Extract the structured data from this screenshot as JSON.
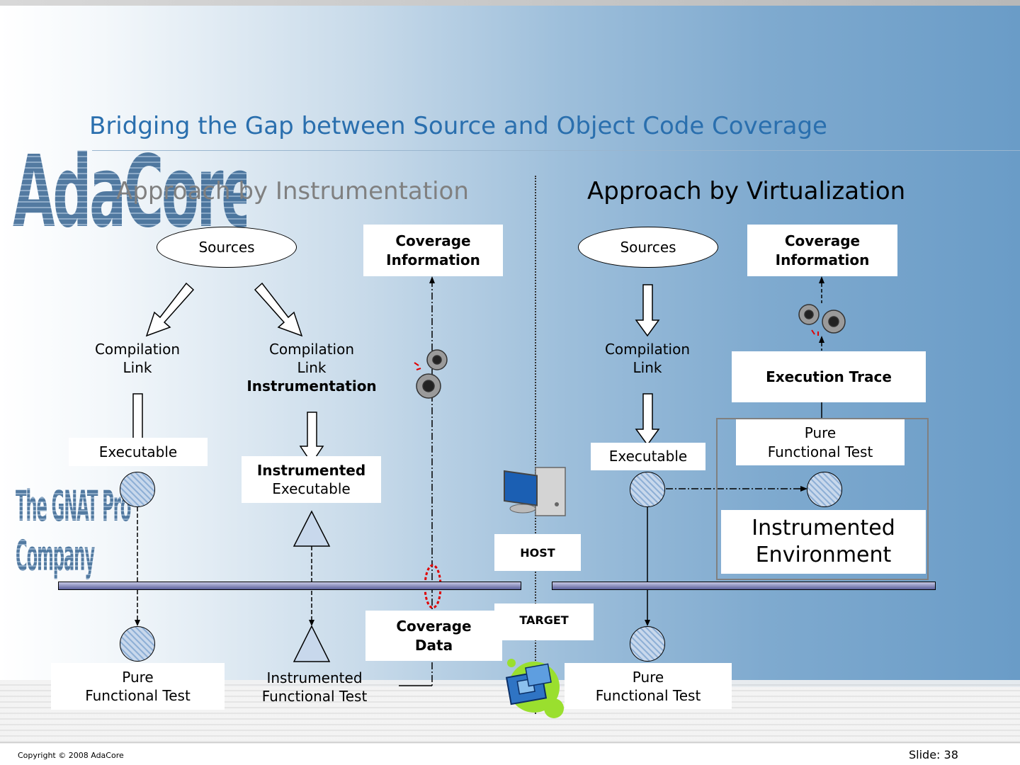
{
  "slide": {
    "title": "Bridging the Gap between Source and Object Code Coverage",
    "logo": {
      "name": "AdaCore",
      "tagline": "The GNAT Pro Company"
    },
    "footer": {
      "copyright": "Copyright © 2008 AdaCore",
      "slide_number": "Slide: 38"
    }
  },
  "instrumentation": {
    "heading": "Approach by Instrumentation",
    "sources": "Sources",
    "coverage_info": [
      "Coverage",
      "Information"
    ],
    "left_compile": [
      "Compilation",
      "Link"
    ],
    "right_compile": [
      "Compilation",
      "Link",
      "Instrumentation"
    ],
    "executable": "Executable",
    "instrumented_executable": [
      "Instrumented",
      "Executable"
    ],
    "pure_test": [
      "Pure",
      "Functional Test"
    ],
    "instrumented_test": [
      "Instrumented",
      "Functional Test"
    ],
    "coverage_data": [
      "Coverage",
      "Data"
    ]
  },
  "middle": {
    "host": "HOST",
    "target": "TARGET"
  },
  "virtualization": {
    "heading": "Approach by Virtualization",
    "sources": "Sources",
    "coverage_info": [
      "Coverage",
      "Information"
    ],
    "compile": [
      "Compilation",
      "Link"
    ],
    "executable": "Executable",
    "execution_trace": "Execution Trace",
    "env_pure_test": [
      "Pure",
      "Functional Test"
    ],
    "instrumented_env": [
      "Instrumented",
      "Environment"
    ],
    "pure_test": [
      "Pure",
      "Functional Test"
    ]
  },
  "colors": {
    "title": "#2a6fae",
    "heading_muted": "#808080",
    "bus": "#5a5f9a",
    "highlight": "#e00000"
  }
}
